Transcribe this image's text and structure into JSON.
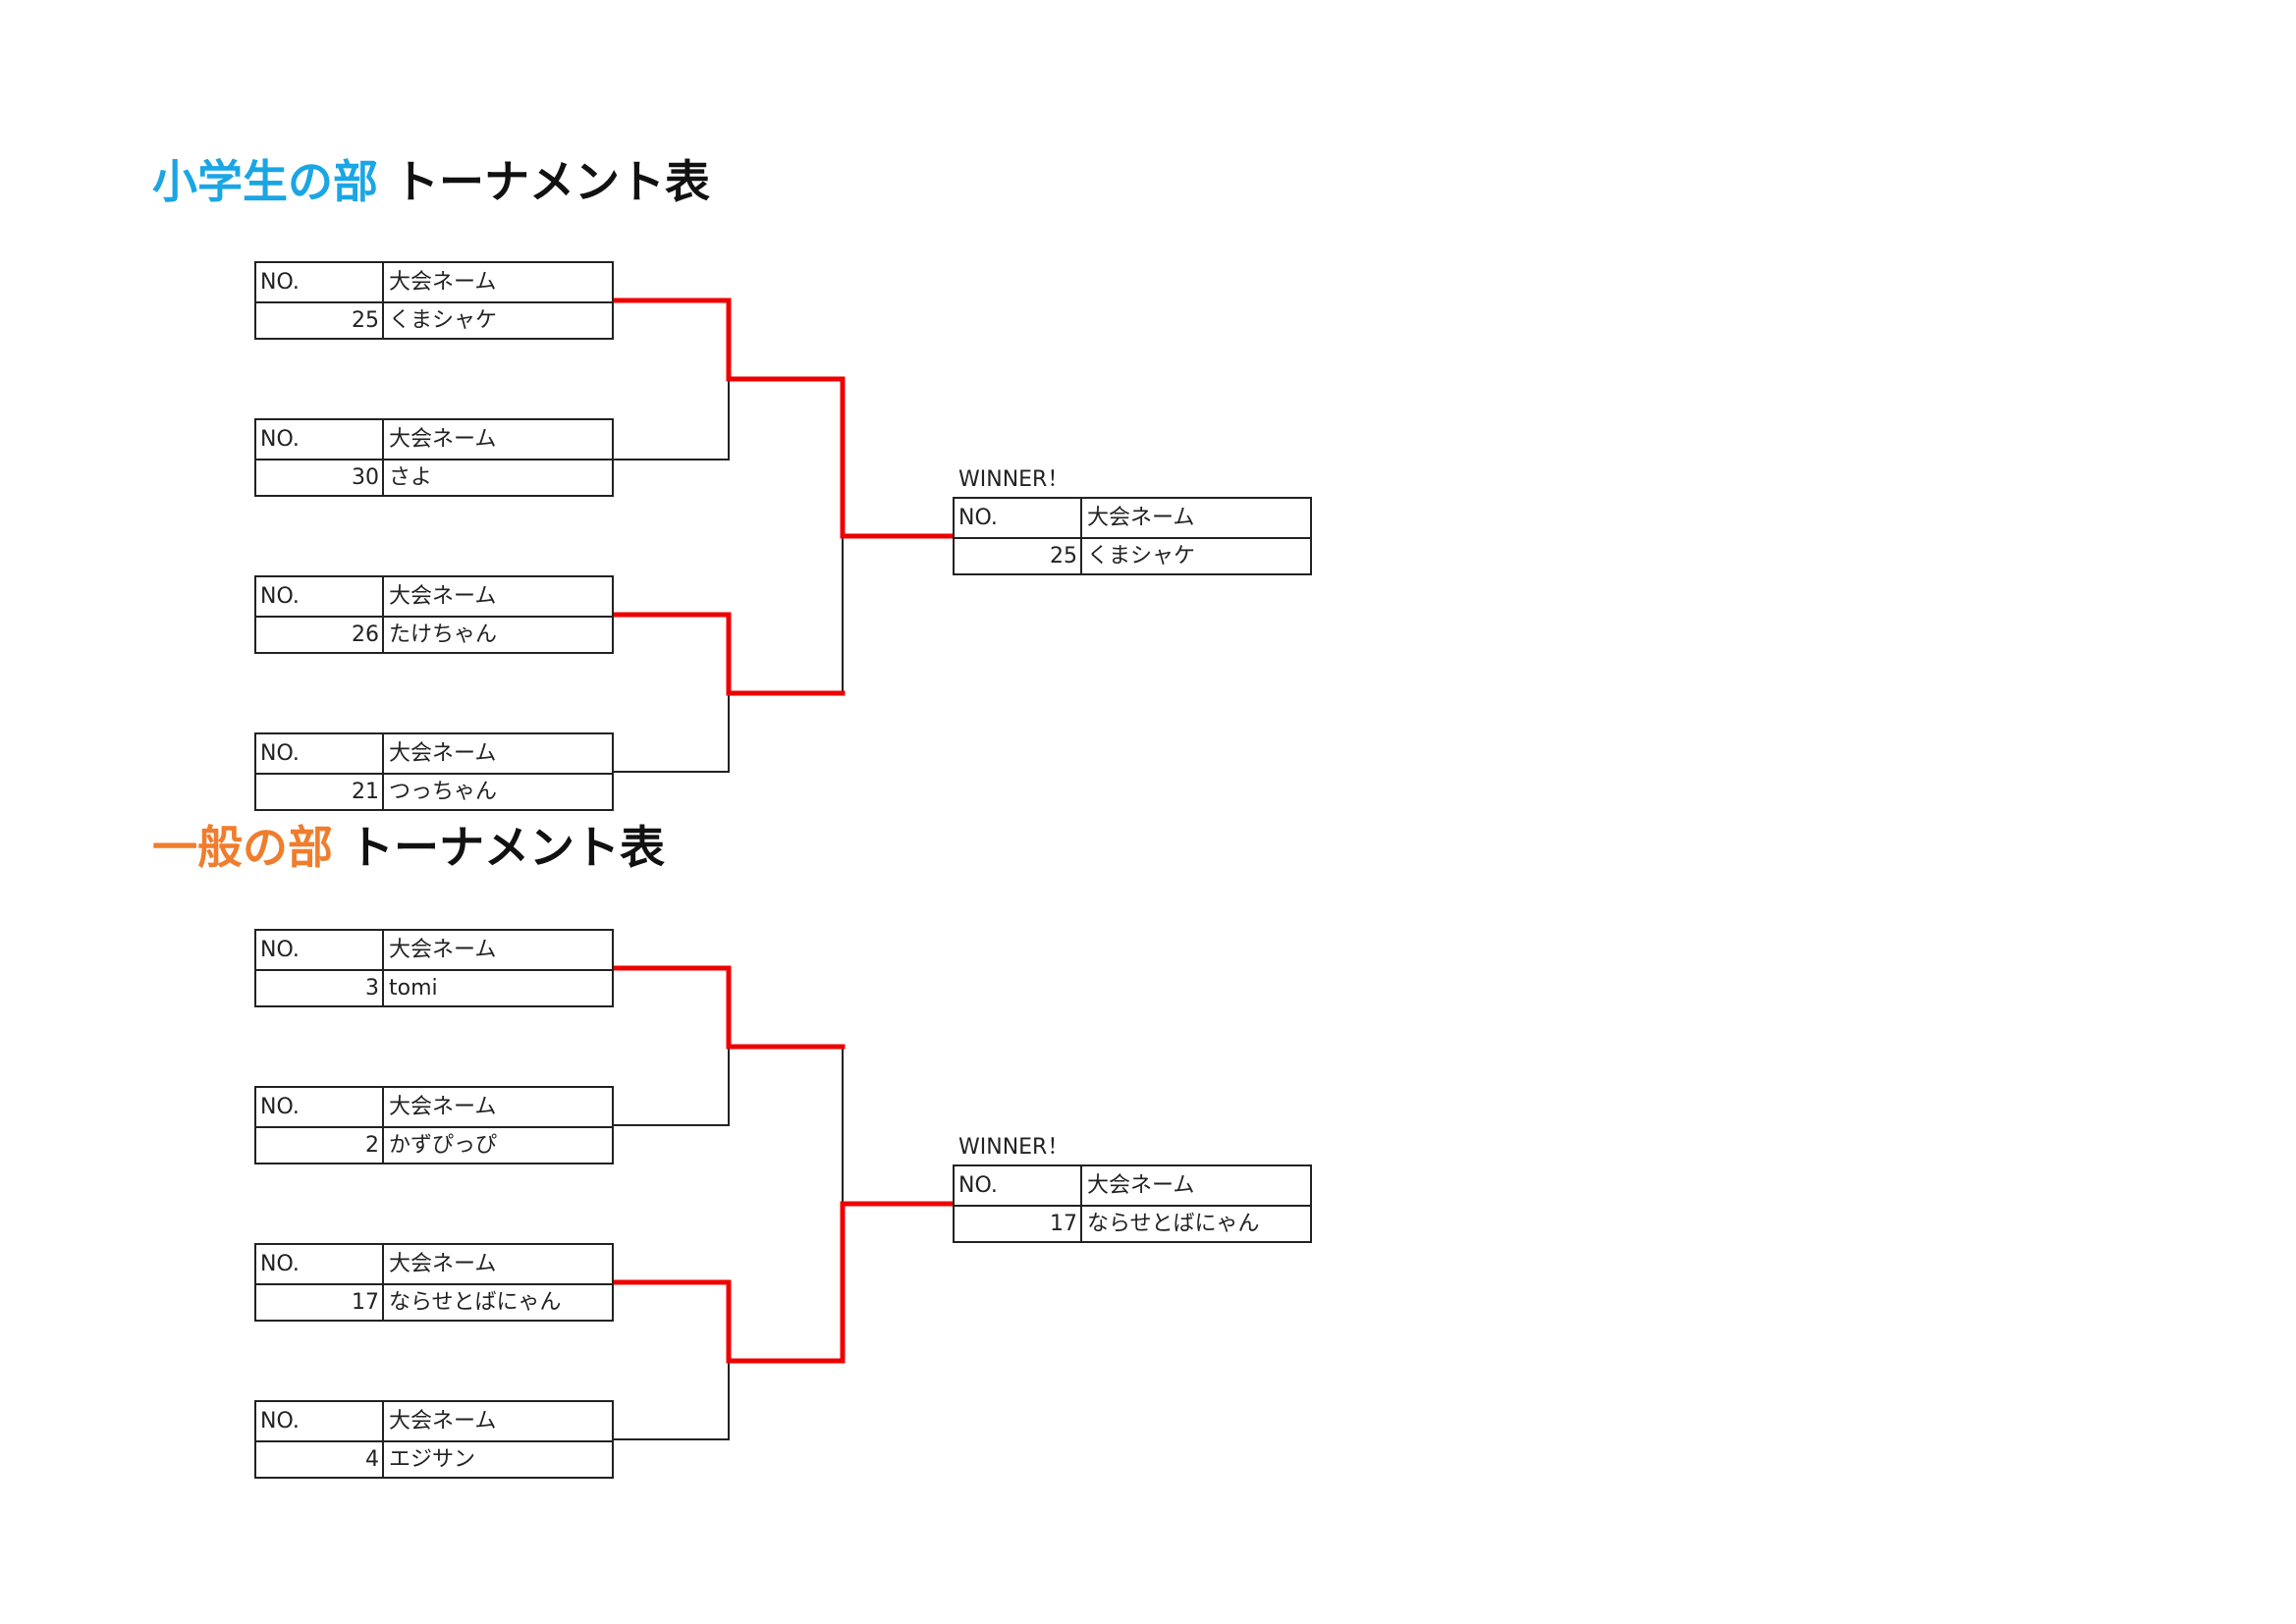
{
  "colors": {
    "elementary_accent": "#1aa6e4",
    "general_accent": "#ef7d2d",
    "winner_path": "#ee0000",
    "bracket_line": "#222222"
  },
  "labels": {
    "no_header": "NO.",
    "name_header": "大会ネーム",
    "winner": "WINNER！"
  },
  "elementary": {
    "title_colored": "小学生の部",
    "title_plain": "トーナメント表",
    "entries": [
      {
        "no": "25",
        "name": "くまシャケ"
      },
      {
        "no": "30",
        "name": "さよ"
      },
      {
        "no": "26",
        "name": "たけちゃん"
      },
      {
        "no": "21",
        "name": "つっちゃん"
      }
    ],
    "winner": {
      "no": "25",
      "name": "くまシャケ"
    }
  },
  "general": {
    "title_colored": "一般の部",
    "title_plain": "トーナメント表",
    "entries": [
      {
        "no": "3",
        "name": "tomi"
      },
      {
        "no": "2",
        "name": "かずぴっぴ"
      },
      {
        "no": "17",
        "name": "ならせとばにゃん"
      },
      {
        "no": "4",
        "name": "エジサン"
      }
    ],
    "winner": {
      "no": "17",
      "name": "ならせとばにゃん"
    }
  }
}
